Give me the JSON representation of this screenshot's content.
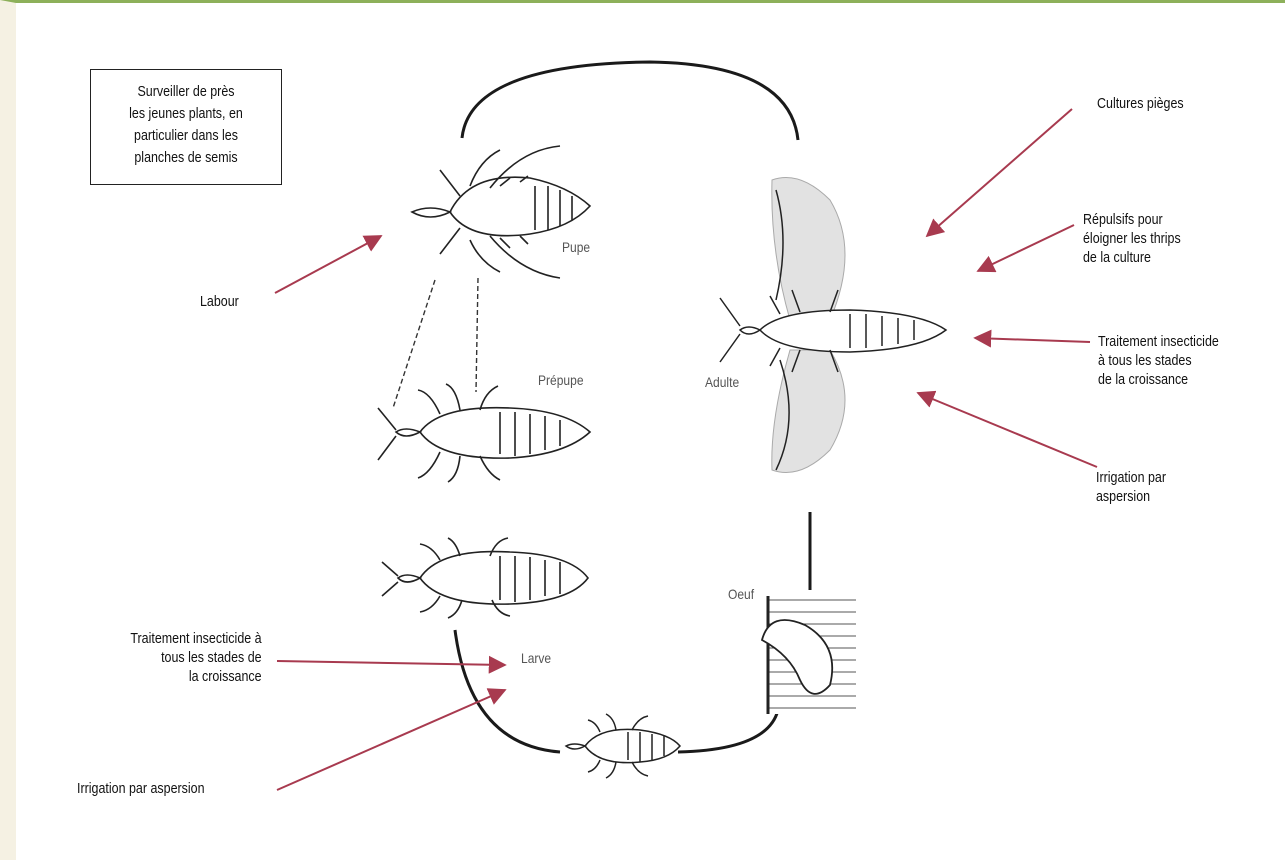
{
  "colors": {
    "arrow": "#a83a4f",
    "top_border": "#8db05a",
    "left_band": "#f5f1e3"
  },
  "stages": {
    "pupe": "Pupe",
    "prepupe": "Prépupe",
    "adulte": "Adulte",
    "oeuf": "Oeuf",
    "larve": "Larve"
  },
  "controls": {
    "surveiller": "Surveiller de près\nles jeunes plants, en\nparticulier dans les\nplanches de semis",
    "labour": "Labour",
    "traitement_left": "Traitement insecticide à\ntous les stades de\nla croissance",
    "irrigation_left": "Irrigation par aspersion",
    "cultures_pieges": "Cultures pièges",
    "repulsifs": "Répulsifs pour\néloigner les thrips\nde la culture",
    "traitement_right": "Traitement insecticide\nà tous les stades\nde la croissance",
    "irrigation_right": "Irrigation par\naspersion"
  }
}
